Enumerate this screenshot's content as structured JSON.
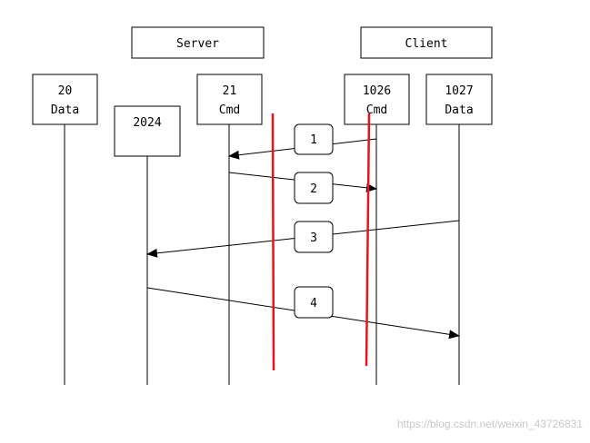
{
  "groups": {
    "server": "Server",
    "client": "Client"
  },
  "ports": [
    {
      "id": "p20",
      "line1": "20",
      "line2": "Data"
    },
    {
      "id": "p2024",
      "line1": "2024",
      "line2": ""
    },
    {
      "id": "p21",
      "line1": "21",
      "line2": "Cmd"
    },
    {
      "id": "p1026",
      "line1": "1026",
      "line2": "Cmd"
    },
    {
      "id": "p1027",
      "line1": "1027",
      "line2": "Data"
    }
  ],
  "steps": [
    {
      "label": "1",
      "from": "1026",
      "to": "21"
    },
    {
      "label": "2",
      "from": "21",
      "to": "1026"
    },
    {
      "label": "3",
      "from": "1027",
      "to": "2024"
    },
    {
      "label": "4",
      "from": "2024",
      "to": "1027"
    }
  ],
  "colors": {
    "line": "#000000",
    "box": "#ffffff",
    "firewall": "#e8141c"
  },
  "watermark": "https://blog.csdn.net/weixin_43726831"
}
